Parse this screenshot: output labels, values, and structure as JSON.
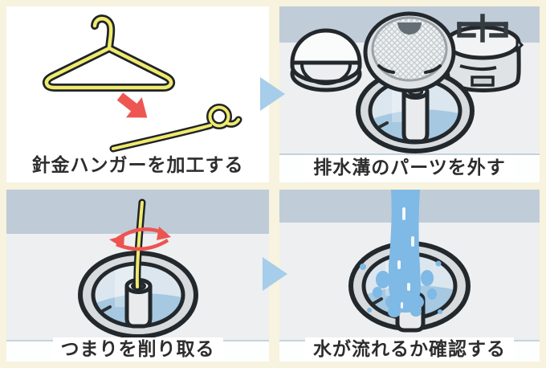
{
  "figure": {
    "name": "drain-unclogging-four-steps",
    "steps": [
      {
        "caption": "針金ハンガーを加工する",
        "illustration": "wire-hanger-bent-into-tool"
      },
      {
        "caption": "排水溝のパーツを外す",
        "illustration": "drain-parts-removed"
      },
      {
        "caption": "つまりを削り取る",
        "illustration": "wire-rotating-in-drain"
      },
      {
        "caption": "水が流れるか確認する",
        "illustration": "water-pouring-into-drain"
      }
    ],
    "icons": [
      "wire-hanger-icon",
      "bent-wire-icon",
      "transform-arrow-icon",
      "dome-cover-icon",
      "strainer-basket-icon",
      "trap-cup-icon",
      "drain-opening-icon",
      "drain-pipe-icon",
      "cleaning-wire-icon",
      "rotation-arrows-icon",
      "water-stream-icon",
      "next-step-arrow-icon"
    ],
    "colors": {
      "background_cream": "#F7F3DE",
      "panel_white": "#FFFFFF",
      "panel_gray": "#EDEFF1",
      "wall_band_blue_gray": "#C0CCD7",
      "hanger_yellow": "#F0EA6E",
      "action_arrow_red": "#EE5652",
      "step_arrow_blue": "#A6CDE9",
      "water_stream_blue": "#7FB9E5",
      "drain_water_blue": "#A6C8E0",
      "drain_hole_light": "#DBE6EE",
      "metal_gray": "#D7DBDE",
      "outline_dark": "#23282D",
      "caption_text": "#2D2D2D",
      "divider_line": "#C4D4DE"
    }
  }
}
